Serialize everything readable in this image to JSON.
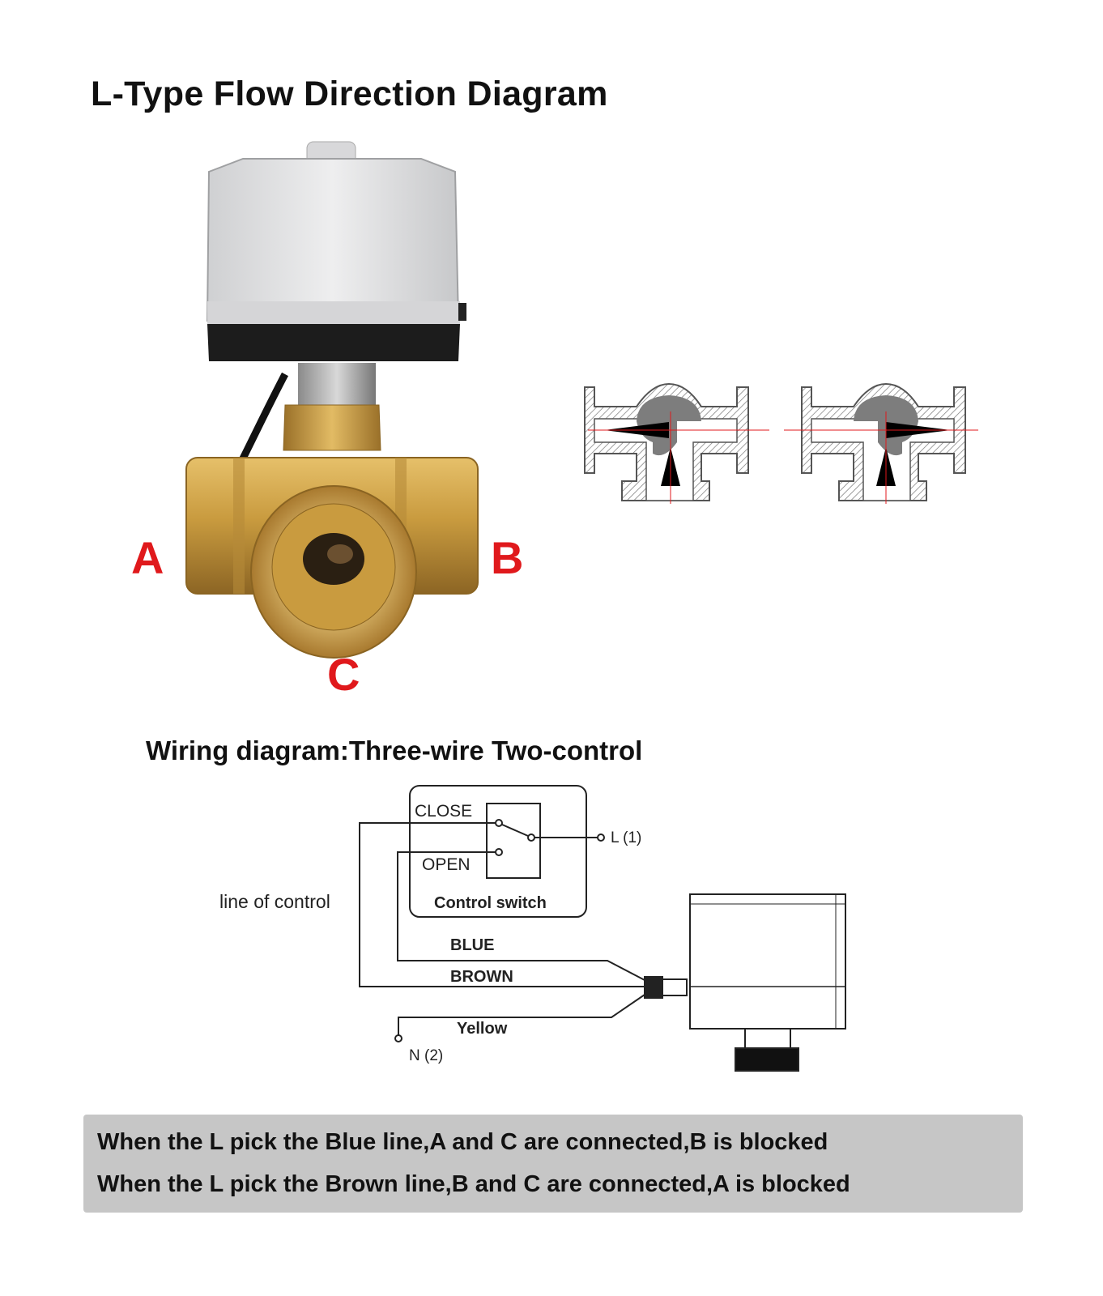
{
  "title": "L-Type Flow Direction Diagram",
  "ports": {
    "a": "A",
    "b": "B",
    "c": "C"
  },
  "wiring": {
    "title": "Wiring diagram:Three-wire Two-control",
    "close": "CLOSE",
    "open": "OPEN",
    "control_switch": "Control switch",
    "line_of_control": "line of control",
    "l1": "L (1)",
    "n2": "N (2)",
    "blue": "BLUE",
    "brown": "BROWN",
    "yellow": "Yellow"
  },
  "notes": [
    "When the L pick the Blue line,A and C are connected,B is blocked",
    "When the L pick the Brown line,B and C are connected,A is blocked"
  ],
  "colors": {
    "port_label": "#e0191c",
    "brass": "#c9a24a",
    "actuator": "#e4e4e4",
    "note_bg": "#c6c6c6"
  }
}
